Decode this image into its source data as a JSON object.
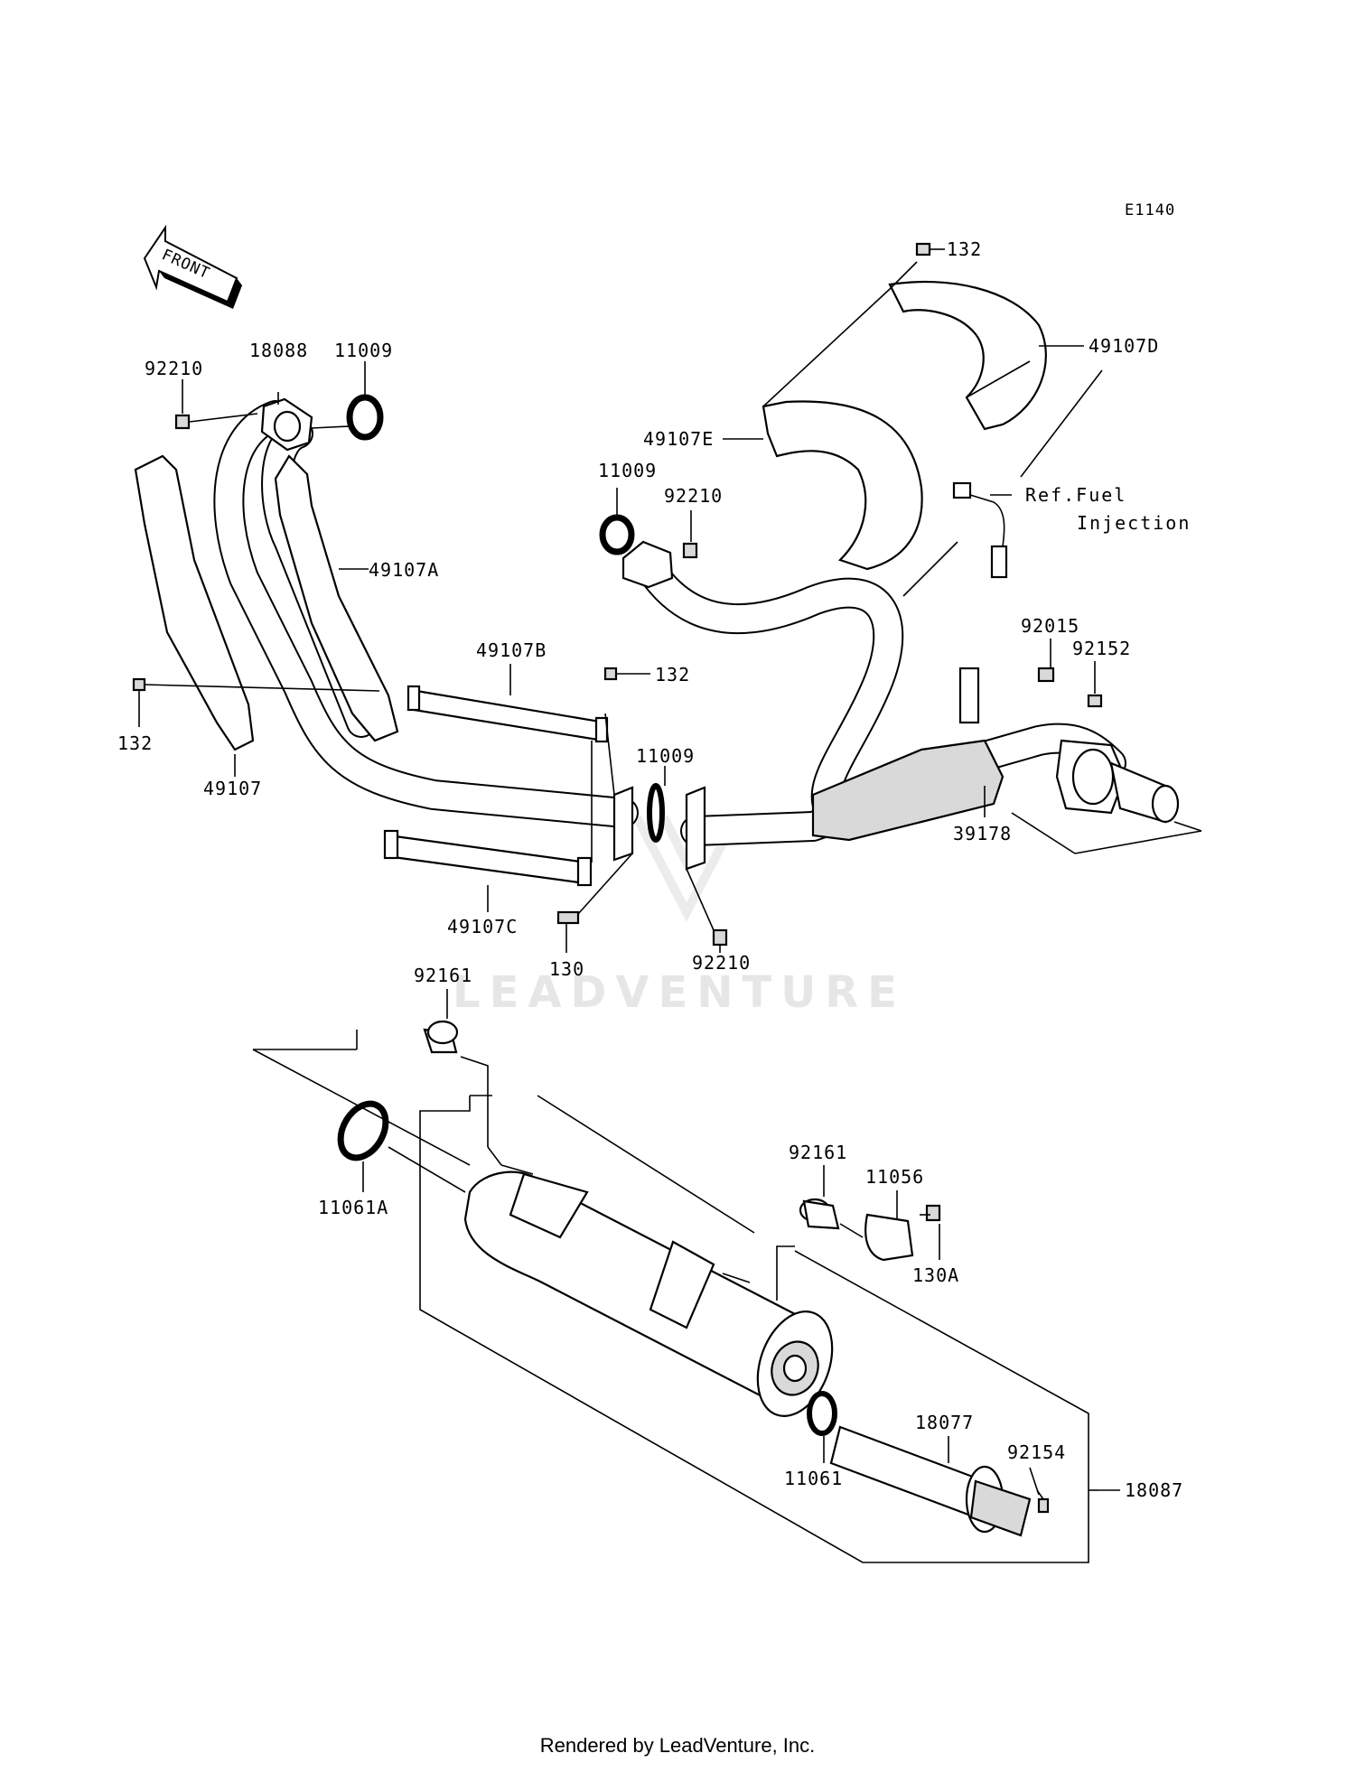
{
  "diagram_code": "E1140",
  "front_label": "FRONT",
  "ref_note": {
    "line1": "Ref.Fuel",
    "line2": "Injection"
  },
  "watermark": "LEADVENTURE",
  "footer": "Rendered by LeadVenture, Inc.",
  "parts": [
    {
      "id": "p132a",
      "label": "132"
    },
    {
      "id": "p49107D",
      "label": "49107D"
    },
    {
      "id": "p92210a",
      "label": "92210"
    },
    {
      "id": "p18088",
      "label": "18088"
    },
    {
      "id": "p11009a",
      "label": "11009"
    },
    {
      "id": "p49107E",
      "label": "49107E"
    },
    {
      "id": "p11009b",
      "label": "11009"
    },
    {
      "id": "p92210b",
      "label": "92210"
    },
    {
      "id": "p49107A",
      "label": "49107A"
    },
    {
      "id": "p49107B",
      "label": "49107B"
    },
    {
      "id": "p132b",
      "label": "132"
    },
    {
      "id": "p92015",
      "label": "92015"
    },
    {
      "id": "p92152",
      "label": "92152"
    },
    {
      "id": "p132c",
      "label": "132"
    },
    {
      "id": "p49107",
      "label": "49107"
    },
    {
      "id": "p11009c",
      "label": "11009"
    },
    {
      "id": "p39178",
      "label": "39178"
    },
    {
      "id": "p49107C",
      "label": "49107C"
    },
    {
      "id": "p130",
      "label": "130"
    },
    {
      "id": "p92210c",
      "label": "92210"
    },
    {
      "id": "p92161a",
      "label": "92161"
    },
    {
      "id": "p11061A",
      "label": "11061A"
    },
    {
      "id": "p92161b",
      "label": "92161"
    },
    {
      "id": "p11056",
      "label": "11056"
    },
    {
      "id": "p130A",
      "label": "130A"
    },
    {
      "id": "p18077",
      "label": "18077"
    },
    {
      "id": "p92154",
      "label": "92154"
    },
    {
      "id": "p11061",
      "label": "11061"
    },
    {
      "id": "p18087",
      "label": "18087"
    }
  ]
}
